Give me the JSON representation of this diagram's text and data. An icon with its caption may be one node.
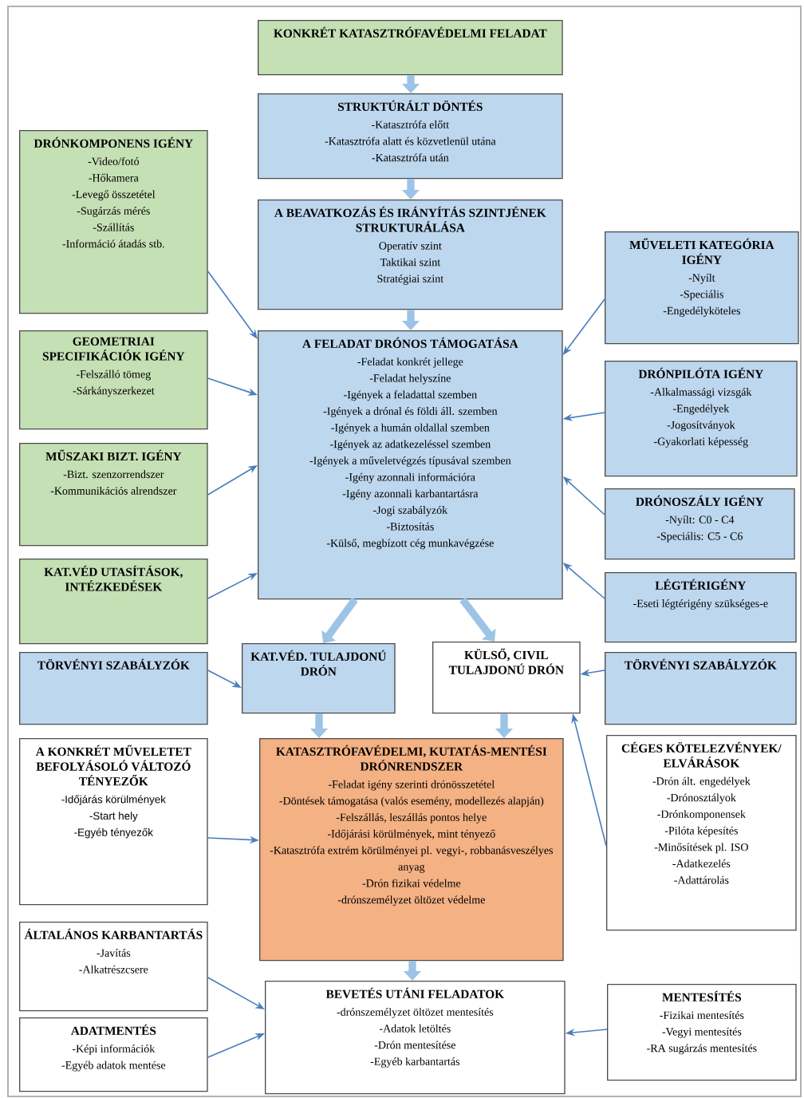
{
  "diagram": {
    "nodes": [
      {
        "text": [
          "KONKRÉT KATASZTRÓFAVÉDELMI FELADAT"
        ]
      },
      {
        "text": [
          "STRUKTÚRÁLT DÖNTÉS",
          "-Katasztrófa előtt",
          "-Katasztrófa alatt és közvetlenül utána",
          "-Katasztrófa után"
        ]
      },
      {
        "text": [
          "A BEAVATKOZÁS ÉS IRÁNYÍTÁS SZINTJÉNEK STRUKTURÁLÁSA",
          "Operatív szint",
          "Taktikai szint",
          "Stratégiai szint"
        ]
      },
      {
        "text": [
          "A FELADAT DRÓNOS TÁMOGATÁSA",
          "-Feladat konkrét jellege",
          "-Feladat helyszíne",
          "-Igények a feladattal szemben",
          "-Igények a drónal és földi áll. szemben",
          "-Igények a humán oldallal szemben",
          "-Igények az adatkezeléssel szemben",
          "-Igények a műveletvégzés típusával szemben",
          "-Igény azonnali információra",
          "-Igény azonnali karbantartásra",
          "-Jogi szabályzók",
          "-Biztosítás",
          "-Külső, megbízott cég munkavégzése"
        ]
      },
      {
        "text": [
          "DRÓNKOMPONENS IGÉNY",
          "-Video/fotó",
          "-Hőkamera",
          "-Levegő összetétel",
          "-Sugárzás mérés",
          "-Szállítás",
          "-Információ átadás stb."
        ]
      },
      {
        "text": [
          "GEOMETRIAI SPECIFIKÁCIÓK IGÉNY",
          "-Felszálló tömeg",
          "-Sárkányszerkezet"
        ]
      },
      {
        "text": [
          "MŰSZAKI BIZT. IGÉNY",
          "-Bizt. szenzorrendszer",
          "-Kommunikációs alrendszer"
        ]
      },
      {
        "text": [
          "KAT.VÉD UTASÍTÁSOK, INTÉZKEDÉSEK"
        ]
      },
      {
        "text": [
          "TÖRVÉNYI SZABÁLYZÓK"
        ]
      },
      {
        "text": [
          "MŰVELETI KATEGÓRIA IGÉNY",
          "-Nyílt",
          "-Speciális",
          "-Engedélyköteles"
        ]
      },
      {
        "text": [
          "DRÓNPILÓTA IGÉNY",
          "-Alkalmassági vizsgák",
          "-Engedélyek",
          "-Jogosítványok",
          "-Gyakorlati képesség"
        ]
      },
      {
        "text": [
          "DRÓNOSZÁLY IGÉNY",
          "-Nyílt: C0 - C4",
          "-Speciális: C5 - C6"
        ]
      },
      {
        "text": [
          "LÉGTÉRIGÉNY",
          "-Eseti légtérigény szükséges-e"
        ]
      },
      {
        "text": [
          "TÖRVÉNYI SZABÁLYZÓK"
        ]
      },
      {
        "text": [
          "KAT.VÉD. TULAJDONÚ DRÓN"
        ]
      },
      {
        "text": [
          "KÜLSŐ, CIVIL TULAJDONÚ DRÓN"
        ]
      },
      {
        "text": [
          "A KONKRÉT MŰVELETET BEFOLYÁSOLÓ VÁLTOZÓ TÉNYEZŐK",
          "-Időjárás körülmények",
          "-Start hely",
          "-Egyéb tényezők"
        ]
      },
      {
        "text": [
          "KATASZTRÓFAVÉDELMI, KUTATÁS-MENTÉSI DRÓNRENDSZER",
          "-Feladat igény szerinti drónösszetétel",
          "-Döntések támogatása (valós esemény, modellezés alapján)",
          "-Felszállás, leszállás pontos helye",
          "-Időjárási körülmények, mint tényező",
          "-Katasztrófa extrém körülményei pl. vegyi-, robbanásveszélyes anyag",
          "-Drón fizikai védelme",
          "-drónszemélyzet öltözet védelme"
        ]
      },
      {
        "text": [
          "CÉGES KÖTELEZVÉNYEK/ ELVÁRÁSOK",
          "-Drón ált. engedélyek",
          "-Drónosztályok",
          "-Drónkomponensek",
          "-Pilóta képesítés",
          "-Minősítések pl. ISO",
          "-Adatkezelés",
          "-Adattárolás"
        ]
      },
      {
        "text": [
          "ÁLTALÁNOS KARBANTARTÁS",
          "-Javítás",
          "-Alkatrészcsere"
        ]
      },
      {
        "text": [
          "ADATMENTÉS",
          "-Képi információk",
          "-Egyéb adatok mentése"
        ]
      },
      {
        "text": [
          "BEVETÉS UTÁNI FELADATOK",
          "-drónszemélyzet öltözet mentesítés",
          "-Adatok letöltés",
          "-Drón mentesítése",
          "-Egyéb karbantartás"
        ]
      },
      {
        "text": [
          "MENTESÍTÉS",
          "-Fizikai mentesítés",
          "-Vegyi mentesítés",
          "-RA sugárzás mentesítés"
        ]
      }
    ],
    "edges": [
      {
        "from": 0,
        "to": 1,
        "arrow": "to",
        "style": "thick",
        "color": "#9dc3e6"
      },
      {
        "from": 1,
        "to": 2,
        "arrow": "to",
        "style": "thick",
        "color": "#9dc3e6"
      },
      {
        "from": 2,
        "to": 3,
        "arrow": "to",
        "style": "thick",
        "color": "#9dc3e6"
      },
      {
        "from": 4,
        "to": 3,
        "arrow": "to"
      },
      {
        "from": 5,
        "to": 3,
        "arrow": "to"
      },
      {
        "from": 6,
        "to": 3,
        "arrow": "to"
      },
      {
        "from": 7,
        "to": 3,
        "arrow": "to"
      },
      {
        "from": 9,
        "to": 3,
        "arrow": "to"
      },
      {
        "from": 10,
        "to": 3,
        "arrow": "to"
      },
      {
        "from": 11,
        "to": 3,
        "arrow": "to"
      },
      {
        "from": 12,
        "to": 3,
        "arrow": "to"
      },
      {
        "from": 3,
        "to": 14,
        "arrow": "to",
        "style": "thick",
        "color": "#9dc3e6"
      },
      {
        "from": 3,
        "to": 15,
        "arrow": "to",
        "style": "thick",
        "color": "#9dc3e6"
      },
      {
        "from": 8,
        "to": 14,
        "arrow": "to"
      },
      {
        "from": 13,
        "to": 15,
        "arrow": "to"
      },
      {
        "from": 18,
        "to": 15,
        "arrow": "to"
      },
      {
        "from": 14,
        "to": 17,
        "arrow": "to",
        "style": "thick",
        "color": "#9dc3e6"
      },
      {
        "from": 15,
        "to": 17,
        "arrow": "to",
        "style": "thick",
        "color": "#9dc3e6"
      },
      {
        "from": 16,
        "to": 17,
        "arrow": "to"
      },
      {
        "from": 17,
        "to": 21,
        "arrow": "to",
        "style": "thick",
        "color": "#9dc3e6"
      },
      {
        "from": 19,
        "to": 21,
        "arrow": "to"
      },
      {
        "from": 20,
        "to": 21,
        "arrow": "to"
      },
      {
        "from": 22,
        "to": 21,
        "arrow": "to"
      }
    ]
  }
}
